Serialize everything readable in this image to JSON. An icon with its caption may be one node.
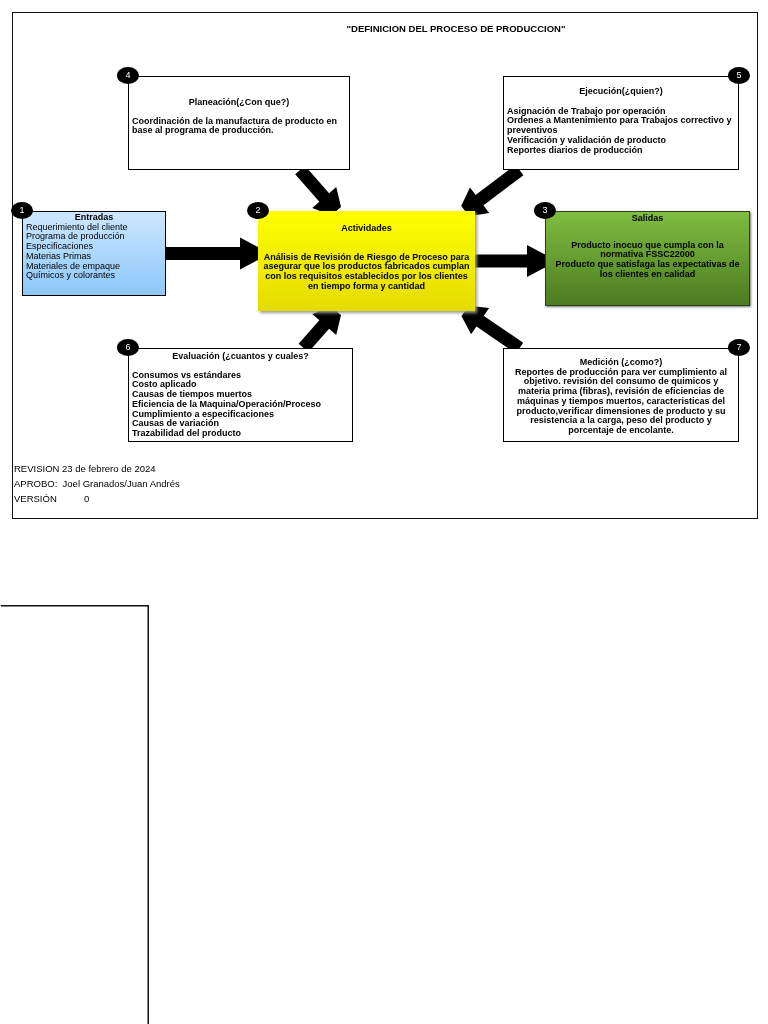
{
  "diagram": {
    "title": "\"DEFINICION DEL PROCESO DE PRODUCCION\"",
    "nodes": [
      {
        "text": [
          "Planeación(¿Con que?)",
          "Coordinación de la manufactura de producto en base al programa de producción."
        ],
        "beside": [
          "4"
        ]
      },
      {
        "text": [
          "Ejecución(¿quien?)",
          "Asignación de Trabajo por operación",
          "Ordenes a Mantenimiento para Trabajos correctivo y preventivos",
          "Verificación y validación de producto",
          "Reportes diarios de producción"
        ],
        "beside": [
          "5"
        ]
      },
      {
        "text": [
          "Entradas",
          "Requerimiento del cliente",
          "Programa de producción",
          "Especificaciones",
          "Materias Primas",
          "Materiales de empaque",
          "Químicos y colorantes"
        ],
        "beside": [
          "1"
        ]
      },
      {
        "text": [
          "Actividades",
          "Análisis de Revisión de Riesgo de Proceso para asegurar que los productos fabricados cumplan con los requisitos establecidos por los clientes en tiempo forma y cantidad"
        ],
        "beside": [
          "2"
        ]
      },
      {
        "text": [
          "Salidas",
          "Producto inocuo que cumpla con la normativa FSSC22000",
          "Producto que satisfaga las expectativas de los clientes en calidad"
        ],
        "beside": [
          "3"
        ]
      },
      {
        "text": [
          "Evaluación (¿cuantos y cuales?",
          "Consumos vs estándares",
          "Costo aplicado",
          "Causas de tiempos muertos",
          "Eficiencia de la Maquina/Operación/Proceso",
          "Cumplimiento a especificaciones",
          "Causas de variación",
          "Trazabilidad del producto"
        ],
        "beside": [
          "6"
        ]
      },
      {
        "text": [
          "Medición (¿como?)",
          "Reportes de producción para ver cumplimiento al objetivo. revisión del consumo de quimicos y materia prima (fibras), revisión de eficiencias de máquinas y tiempos muertos, caracteristicas del producto,verificar dimensiones de producto y su resistencia a la carga, peso del producto y porcentaje de encolante."
        ],
        "beside": [
          "7"
        ]
      }
    ],
    "edges": [
      {
        "from": 2,
        "to": 3,
        "arrow": "to"
      },
      {
        "from": 3,
        "to": 4,
        "arrow": "to"
      },
      {
        "from": 0,
        "to": 3,
        "arrow": "to"
      },
      {
        "from": 1,
        "to": 3,
        "arrow": "to"
      },
      {
        "from": 5,
        "to": 3,
        "arrow": "to"
      },
      {
        "from": 6,
        "to": 3,
        "arrow": "to"
      }
    ],
    "labels": [
      "REVISION 23 de febrero de 2024",
      "APROBO:  Joel Granados/Juan Andrés",
      "VERSIÓN",
      "0"
    ]
  }
}
